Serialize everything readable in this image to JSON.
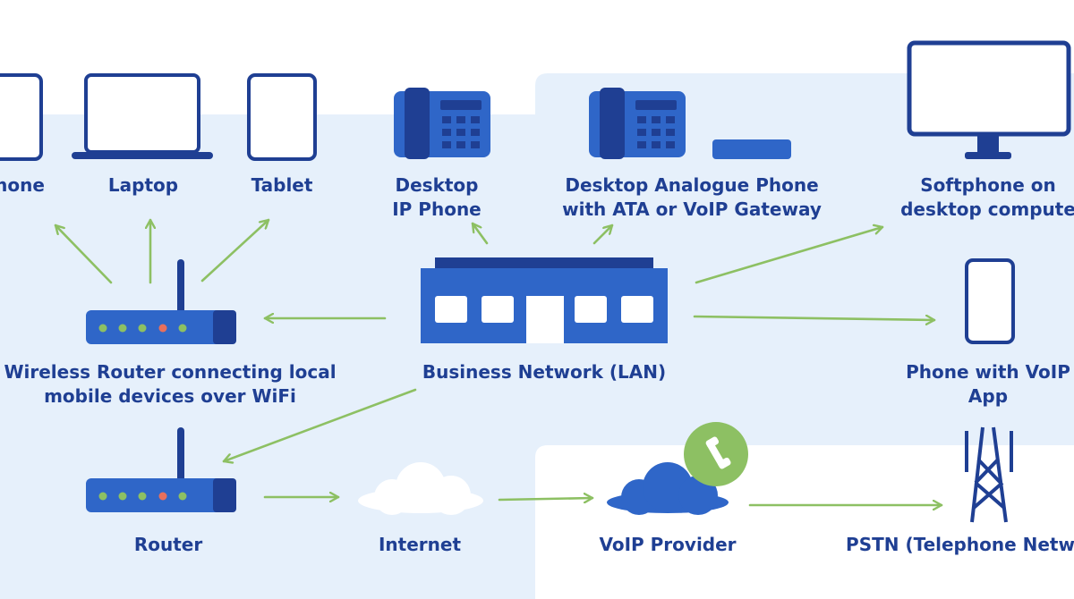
{
  "colors": {
    "background_panel": "#e6f0fb",
    "device_dark": "#1f3f93",
    "device_mid": "#2f66c8",
    "device_light": "#4a84e0",
    "arrow": "#8dc063",
    "label": "#1f3f93",
    "led_green": "#8dc063",
    "led_red": "#e8705c",
    "phone_badge": "#8dc063"
  },
  "nodes": {
    "phone": {
      "icon": "smartphone-icon",
      "lines": [
        "hone"
      ]
    },
    "laptop": {
      "icon": "laptop-icon",
      "lines": [
        "Laptop"
      ]
    },
    "tablet": {
      "icon": "tablet-icon",
      "lines": [
        "Tablet"
      ]
    },
    "desktop_ip_phone": {
      "icon": "desk-phone-icon",
      "lines": [
        "Desktop",
        "IP Phone"
      ]
    },
    "analogue_phone": {
      "icon": "desk-phone-ata-icon",
      "lines": [
        "Desktop Analogue Phone",
        "with ATA or VoIP Gateway"
      ]
    },
    "softphone": {
      "icon": "monitor-icon",
      "lines": [
        "Softphone on",
        "desktop compute"
      ]
    },
    "wireless_router": {
      "icon": "wireless-router-icon",
      "lines": [
        "Wireless Router connecting local",
        "mobile devices over WiFi"
      ]
    },
    "business_network": {
      "icon": "office-building-icon",
      "lines": [
        "Business Network (LAN)"
      ]
    },
    "voip_app_phone": {
      "icon": "smartphone-icon",
      "lines": [
        "Phone with VoIP",
        "App"
      ]
    },
    "router": {
      "icon": "router-icon",
      "lines": [
        "Router"
      ]
    },
    "internet": {
      "icon": "cloud-icon",
      "lines": [
        "Internet"
      ]
    },
    "voip_provider": {
      "icon": "cloud-phone-icon",
      "lines": [
        "VoIP Provider"
      ]
    },
    "pstn": {
      "icon": "transmission-tower-icon",
      "lines": [
        "PSTN (Telephone Netw"
      ]
    }
  },
  "edges": [
    {
      "from": "wireless_router",
      "to": "phone"
    },
    {
      "from": "wireless_router",
      "to": "laptop"
    },
    {
      "from": "wireless_router",
      "to": "tablet"
    },
    {
      "from": "business_network",
      "to": "wireless_router"
    },
    {
      "from": "business_network",
      "to": "desktop_ip_phone"
    },
    {
      "from": "business_network",
      "to": "analogue_phone"
    },
    {
      "from": "business_network",
      "to": "softphone"
    },
    {
      "from": "business_network",
      "to": "voip_app_phone"
    },
    {
      "from": "business_network",
      "to": "router"
    },
    {
      "from": "router",
      "to": "internet"
    },
    {
      "from": "internet",
      "to": "voip_provider"
    },
    {
      "from": "voip_provider",
      "to": "pstn"
    }
  ]
}
